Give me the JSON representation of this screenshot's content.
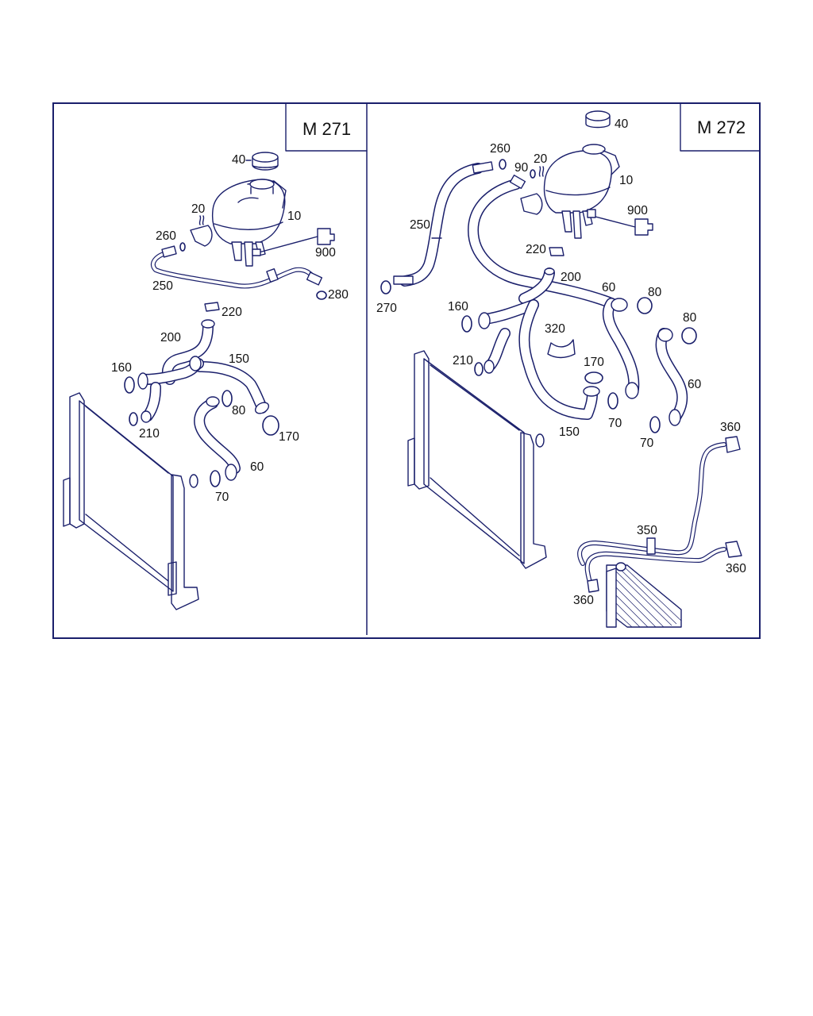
{
  "panels": [
    {
      "engine": "M 271",
      "callouts": [
        "40",
        "20",
        "10",
        "260",
        "900",
        "250",
        "280",
        "220",
        "200",
        "150",
        "160",
        "80",
        "170",
        "210",
        "60",
        "70"
      ]
    },
    {
      "engine": "M 272",
      "callouts": [
        "40",
        "260",
        "20",
        "90",
        "10",
        "900",
        "250",
        "220",
        "200",
        "270",
        "60",
        "80",
        "160",
        "320",
        "80",
        "210",
        "170",
        "60",
        "150",
        "70",
        "70",
        "360",
        "350",
        "360",
        "360"
      ]
    }
  ]
}
